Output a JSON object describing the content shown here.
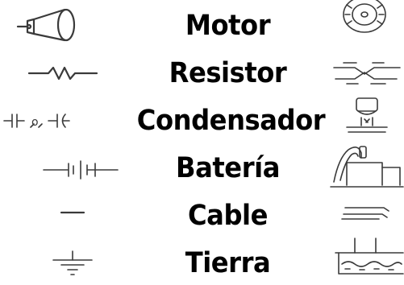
{
  "legend": {
    "items": [
      {
        "label": "Motor",
        "symbol_icon": "motor-symbol",
        "pictogram_icon": "motor-pictogram"
      },
      {
        "label": "Resistor",
        "symbol_icon": "resistor-symbol",
        "pictogram_icon": "resistor-pictogram"
      },
      {
        "label": "Condensador",
        "symbol_icon": "capacitor-symbol",
        "pictogram_icon": "capacitor-pictogram"
      },
      {
        "label": "Batería",
        "symbol_icon": "battery-symbol",
        "pictogram_icon": "battery-pictogram"
      },
      {
        "label": "Cable",
        "symbol_icon": "cable-symbol",
        "pictogram_icon": "cable-pictogram"
      },
      {
        "label": "Tierra",
        "symbol_icon": "ground-symbol",
        "pictogram_icon": "ground-pictogram"
      }
    ],
    "colors": {
      "text": "#000000",
      "line": "#3a3a3a",
      "background": "#ffffff"
    }
  }
}
